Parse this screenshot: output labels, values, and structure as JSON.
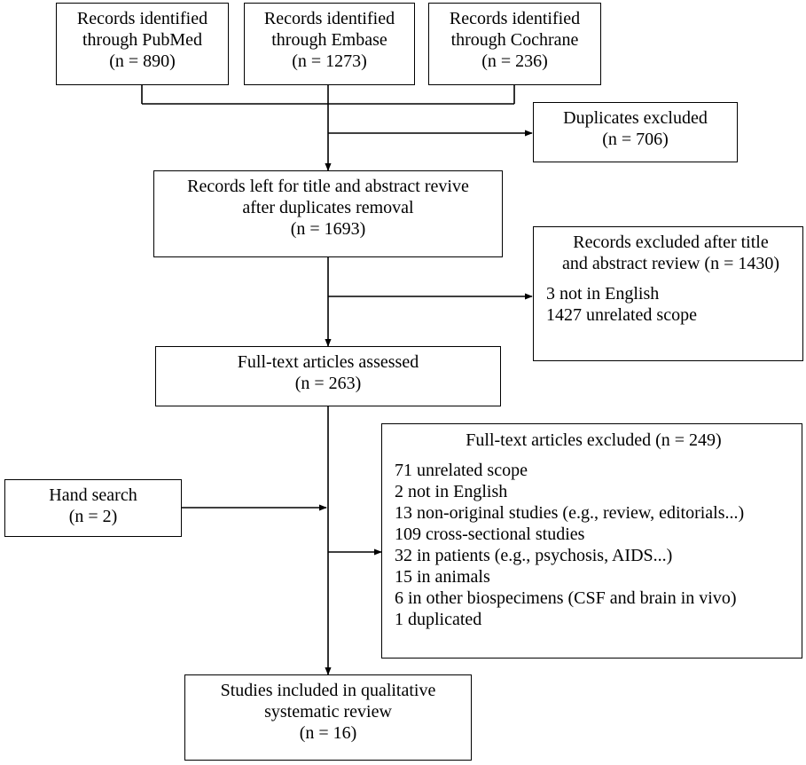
{
  "sources": [
    {
      "line1": "Records identified",
      "line2": "through PubMed",
      "count": "(n = 890)"
    },
    {
      "line1": "Records identified",
      "line2": "through Embase",
      "count": "(n = 1273)"
    },
    {
      "line1": "Records identified",
      "line2": "through Cochrane",
      "count": "(n = 236)"
    }
  ],
  "duplicates": {
    "line1": "Duplicates excluded",
    "count": "(n = 706)"
  },
  "after_dedup": {
    "line1": "Records left for title and abstract revive",
    "line2": "after duplicates removal",
    "count": "(n = 1693)"
  },
  "title_abstract_excluded": {
    "line1": "Records excluded after title",
    "line2": "and abstract review (n = 1430)",
    "items": [
      "3 not in English",
      "1427 unrelated scope"
    ]
  },
  "fulltext": {
    "line1": "Full-text articles assessed",
    "count": "(n = 263)"
  },
  "hand_search": {
    "line1": "Hand search",
    "count": "(n = 2)"
  },
  "fulltext_excluded": {
    "title": "Full-text articles excluded (n = 249)",
    "items": [
      "71 unrelated scope",
      "2 not in English",
      "13 non-original studies (e.g., review, editorials...)",
      "109 cross-sectional studies",
      "32 in patients (e.g., psychosis, AIDS...)",
      "15 in animals",
      "6 in other biospecimens (CSF and brain in vivo)",
      "1 duplicated"
    ]
  },
  "included": {
    "line1": "Studies included in qualitative",
    "line2": "systematic review",
    "count": "(n = 16)"
  }
}
